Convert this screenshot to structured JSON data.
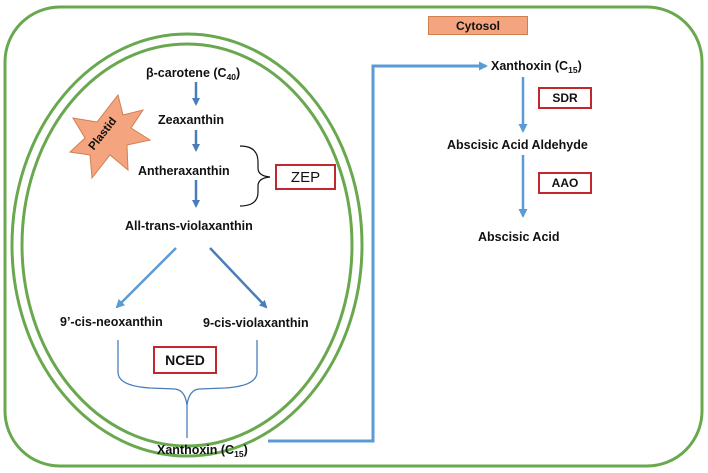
{
  "compartments": {
    "cytosol_label": "Cytosol",
    "plastid_label": "Plastid"
  },
  "plastid_pathway": {
    "beta_carotene": {
      "name": "β-carotene (C",
      "sub": "40",
      "suffix": ")"
    },
    "zeaxanthin": "Zeaxanthin",
    "antheraxanthin": "Antheraxanthin",
    "all_trans_violaxanthin": "All-trans-violaxanthin",
    "neoxanthin": "9’-cis-neoxanthin",
    "cis_violaxanthin": "9-cis-violaxanthin",
    "xanthoxin_bottom": {
      "name": "Xanthoxin (C",
      "sub": "15",
      "suffix": ")"
    }
  },
  "cytosol_pathway": {
    "xanthoxin_top": {
      "name": "Xanthoxin (C",
      "sub": "15",
      "suffix": ")"
    },
    "aldehyde": "Abscisic Acid Aldehyde",
    "aba": "Abscisic Acid"
  },
  "enzymes": {
    "zep": "ZEP",
    "nced": "NCED",
    "sdr": "SDR",
    "aao": "AAO"
  },
  "colors": {
    "membrane_green": "#6aa84f",
    "arrow_blue": "#4a7ebb",
    "transport_blue": "#5b9bd5",
    "enzyme_border": "#c0282d",
    "plastid_fill": "#f4a57f"
  }
}
